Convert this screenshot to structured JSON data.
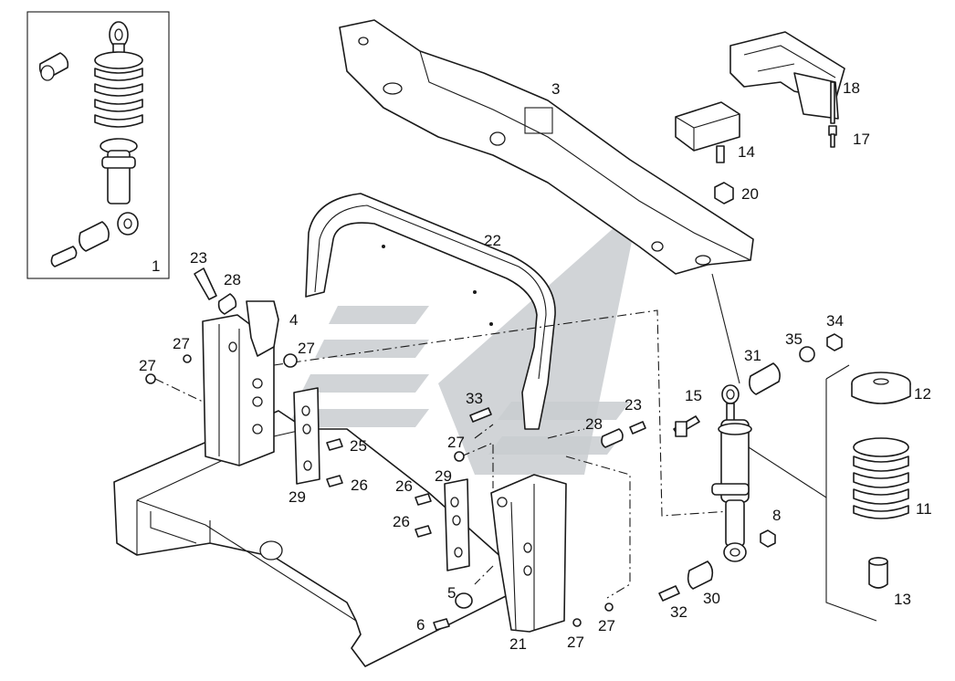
{
  "diagram": {
    "parts": [
      {
        "id": "p1",
        "label": "1"
      },
      {
        "id": "p3",
        "label": "3"
      },
      {
        "id": "p4",
        "label": "4"
      },
      {
        "id": "p5",
        "label": "5"
      },
      {
        "id": "p6",
        "label": "6"
      },
      {
        "id": "p8",
        "label": "8"
      },
      {
        "id": "p11",
        "label": "11"
      },
      {
        "id": "p12",
        "label": "12"
      },
      {
        "id": "p13",
        "label": "13"
      },
      {
        "id": "p14",
        "label": "14"
      },
      {
        "id": "p15",
        "label": "15"
      },
      {
        "id": "p17",
        "label": "17"
      },
      {
        "id": "p18",
        "label": "18"
      },
      {
        "id": "p20",
        "label": "20"
      },
      {
        "id": "p21",
        "label": "21"
      },
      {
        "id": "p22",
        "label": "22"
      },
      {
        "id": "p23a",
        "label": "23"
      },
      {
        "id": "p23b",
        "label": "23"
      },
      {
        "id": "p25",
        "label": "25"
      },
      {
        "id": "p26a",
        "label": "26"
      },
      {
        "id": "p26b",
        "label": "26"
      },
      {
        "id": "p26c",
        "label": "26"
      },
      {
        "id": "p27a",
        "label": "27"
      },
      {
        "id": "p27b",
        "label": "27"
      },
      {
        "id": "p27c",
        "label": "27"
      },
      {
        "id": "p27d",
        "label": "27"
      },
      {
        "id": "p27e",
        "label": "27"
      },
      {
        "id": "p27f",
        "label": "27"
      },
      {
        "id": "p28a",
        "label": "28"
      },
      {
        "id": "p28b",
        "label": "28"
      },
      {
        "id": "p29a",
        "label": "29"
      },
      {
        "id": "p29b",
        "label": "29"
      },
      {
        "id": "p30",
        "label": "30"
      },
      {
        "id": "p31",
        "label": "31"
      },
      {
        "id": "p32",
        "label": "32"
      },
      {
        "id": "p33",
        "label": "33"
      },
      {
        "id": "p34",
        "label": "34"
      },
      {
        "id": "p35",
        "label": "35"
      }
    ]
  }
}
